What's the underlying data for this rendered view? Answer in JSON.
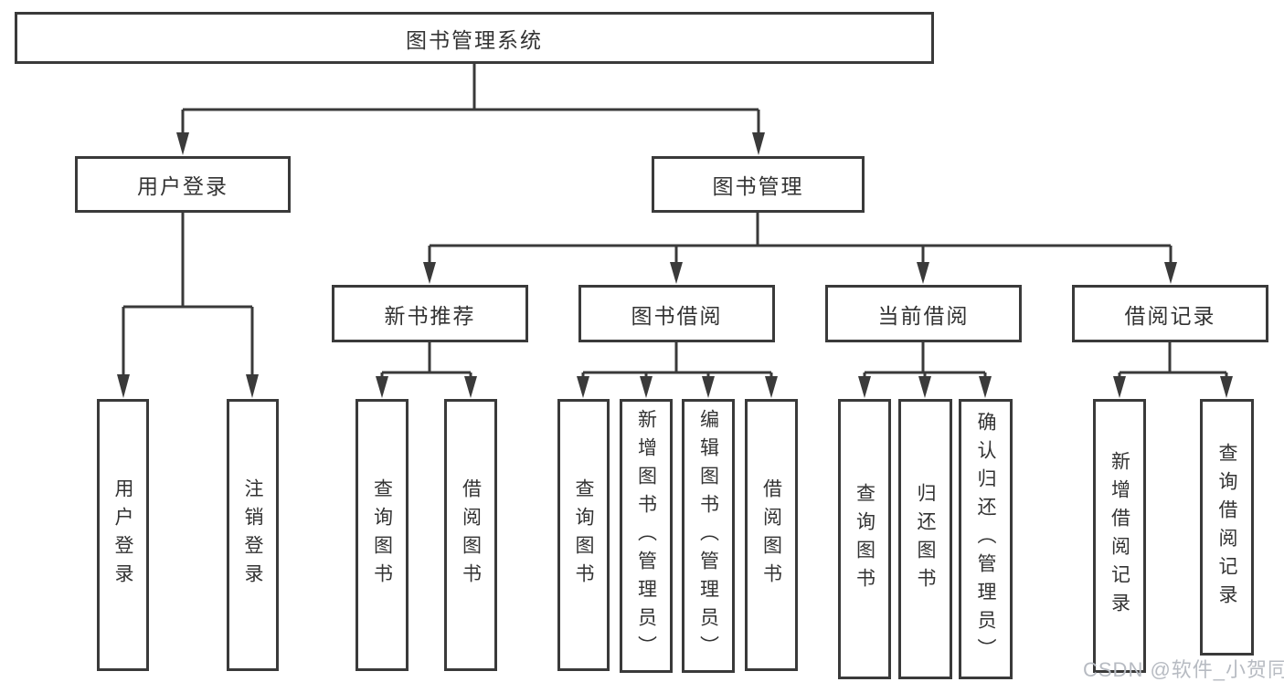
{
  "colors": {
    "line": "#3a3a3a",
    "box_border": "#3a3a3a",
    "text": "#333333",
    "watermark": "#b7bbc2",
    "background": "#ffffff"
  },
  "watermark": {
    "text": "CSDN @软件_小贺同学"
  },
  "tree": {
    "root": {
      "label": "图书管理系统"
    },
    "level1": [
      {
        "label": "用户登录",
        "children": [
          {
            "label": "用户登录"
          },
          {
            "label": "注销登录"
          }
        ]
      },
      {
        "label": "图书管理",
        "children": [
          {
            "label": "新书推荐",
            "children": [
              {
                "label": "查询图书"
              },
              {
                "label": "借阅图书"
              }
            ]
          },
          {
            "label": "图书借阅",
            "children": [
              {
                "label": "查询图书"
              },
              {
                "label": "新增图书（管理员）"
              },
              {
                "label": "编辑图书（管理员）"
              },
              {
                "label": "借阅图书"
              }
            ]
          },
          {
            "label": "当前借阅",
            "children": [
              {
                "label": "查询图书"
              },
              {
                "label": "归还图书"
              },
              {
                "label": "确认归还（管理员）"
              }
            ]
          },
          {
            "label": "借阅记录",
            "children": [
              {
                "label": "新增借阅记录"
              },
              {
                "label": "查询借阅记录"
              }
            ]
          }
        ]
      }
    ]
  }
}
